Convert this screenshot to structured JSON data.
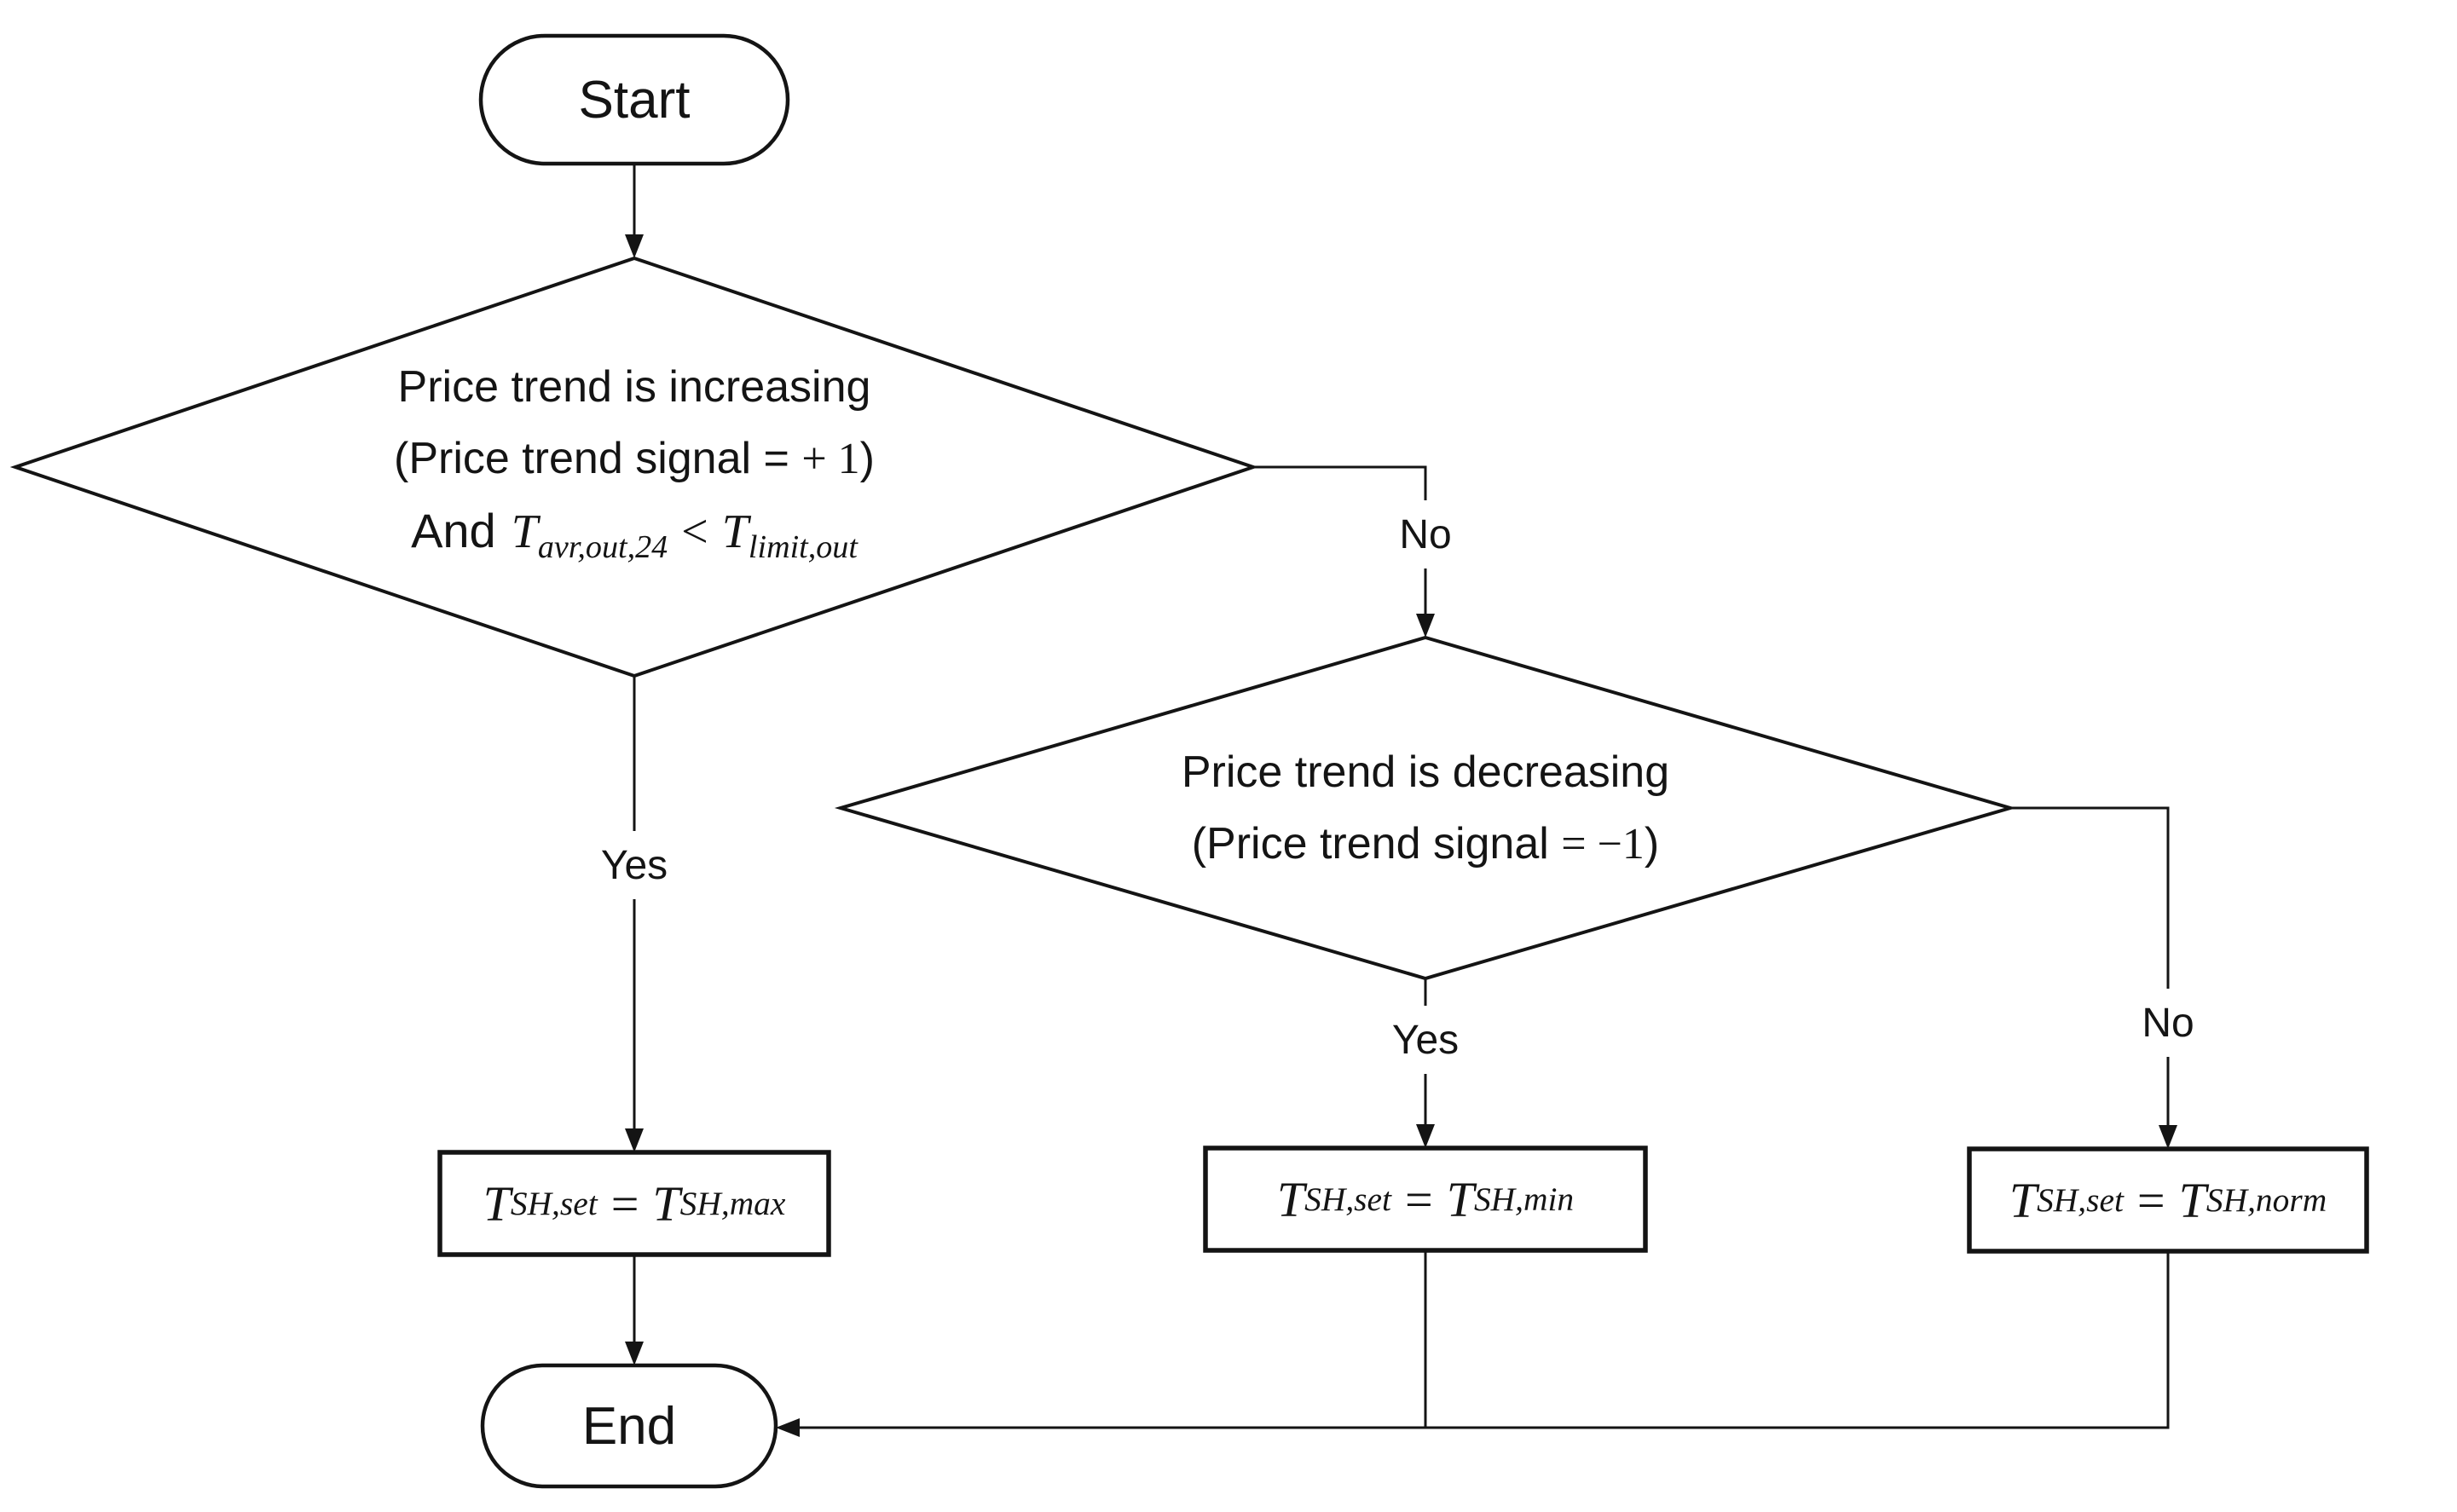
{
  "colors": {
    "line": "#141414",
    "node_fill": "#ffffff",
    "text": "#141414",
    "background": "#ffffff"
  },
  "nodes": {
    "start": "Start",
    "end": "End",
    "decision1": {
      "line1": "Price trend is increasing",
      "line2_pre": "(Price trend signal =",
      "line2_math": "+ 1",
      "line2_post": ")",
      "line3_pre": "And",
      "t1": "T",
      "t1_sub": "avr,out,24",
      "rel": "<",
      "t2": "T",
      "t2_sub": "limit,out"
    },
    "decision2": {
      "line1": "Price trend is decreasing",
      "line2_pre": "(Price trend signal",
      "line2_math": "= −1",
      "line2_post": ")"
    },
    "assign_max": {
      "t1": "T",
      "t1_sub": "SH,set",
      "eq": "=",
      "t2": "T",
      "t2_sub": "SH,max"
    },
    "assign_min": {
      "t1": "T",
      "t1_sub": "SH,set",
      "eq": "=",
      "t2": "T",
      "t2_sub": "SH,min"
    },
    "assign_norm": {
      "t1": "T",
      "t1_sub": "SH,set",
      "eq": "=",
      "t2": "T",
      "t2_sub": "SH,norm"
    }
  },
  "edge_labels": {
    "decision1_yes": "Yes",
    "decision1_no": "No",
    "decision2_yes": "Yes",
    "decision2_no": "No"
  }
}
